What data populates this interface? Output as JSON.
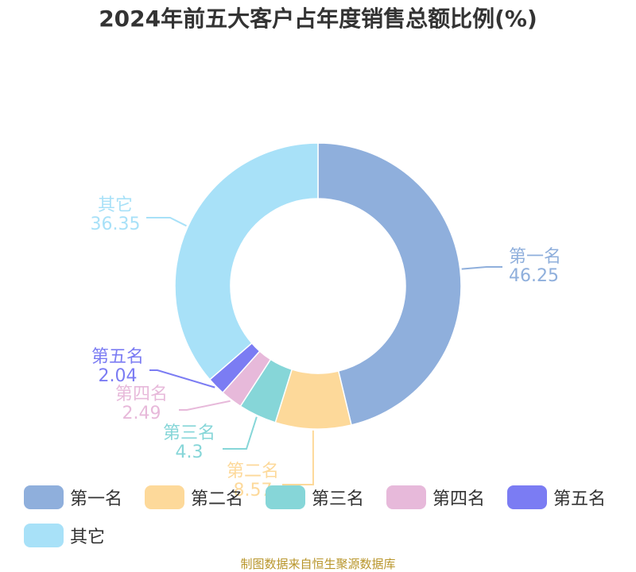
{
  "title": "2024年前五大客户占年度销售总额比例(%)",
  "source": "制图数据来自恒生聚源数据库",
  "chart_data": {
    "type": "pie",
    "style": "donut",
    "title": "2024年前五大客户占年度销售总额比例(%)",
    "categories": [
      "第一名",
      "第二名",
      "第三名",
      "第四名",
      "第五名",
      "其它"
    ],
    "values": [
      46.25,
      8.57,
      4.3,
      2.49,
      2.04,
      36.35
    ],
    "value_labels": [
      "46.25",
      "8.57",
      "4.3",
      "2.49",
      "2.04",
      "36.35"
    ],
    "colors": [
      "#8fafdc",
      "#fdd99a",
      "#86d6d8",
      "#e7b9da",
      "#7b7cf3",
      "#a8e1f8"
    ],
    "legend_position": "bottom"
  }
}
